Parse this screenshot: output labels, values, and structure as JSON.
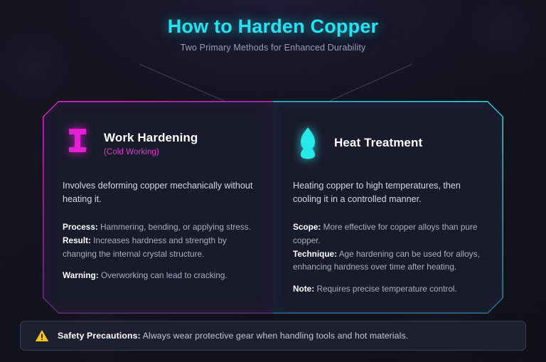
{
  "header": {
    "title": "How to Harden Copper",
    "subtitle": "Two Primary Methods for Enhanced Durability"
  },
  "colors": {
    "accent_cyan": "#27e2f0",
    "accent_magenta": "#f024d0",
    "background": "#14141f",
    "card_background": "#191a2b",
    "warning_yellow": "#f5c518",
    "body_text": "#a9aec0",
    "heading_text": "#ffffff"
  },
  "cards": [
    {
      "id": "work-hardening",
      "icon": "hammer-icon",
      "accent": "#f024d0",
      "title": "Work Hardening",
      "subtitle": "(Cold Working)",
      "lede": "Involves deforming copper mechanically without heating it.",
      "details": [
        {
          "label": "Process:",
          "label_style": "strong",
          "text": "Hammering, bending, or applying stress."
        },
        {
          "label": "Result:",
          "label_style": "strong",
          "text": "Increases hardness and strength by changing the internal crystal structure."
        },
        {
          "label": "Warning:",
          "label_style": "warn",
          "text": "Overworking can lead to cracking."
        }
      ]
    },
    {
      "id": "heat-treatment",
      "icon": "flame-icon",
      "accent": "#27e2f0",
      "title": "Heat Treatment",
      "subtitle": "",
      "lede": "Heating copper to high temperatures, then cooling it in a controlled manner.",
      "details": [
        {
          "label": "Scope:",
          "label_style": "strong",
          "text": "More effective for copper alloys than pure copper."
        },
        {
          "label": "Technique:",
          "label_style": "strong",
          "text": "Age hardening can be used for alloys, enhancing hardness over time after heating."
        },
        {
          "label": "Note:",
          "label_style": "note",
          "text": "Requires precise temperature control."
        }
      ]
    }
  ],
  "safety": {
    "icon": "warning-triangle-icon",
    "label": "Safety Precautions:",
    "text": "Always wear protective gear when handling tools and hot materials."
  }
}
